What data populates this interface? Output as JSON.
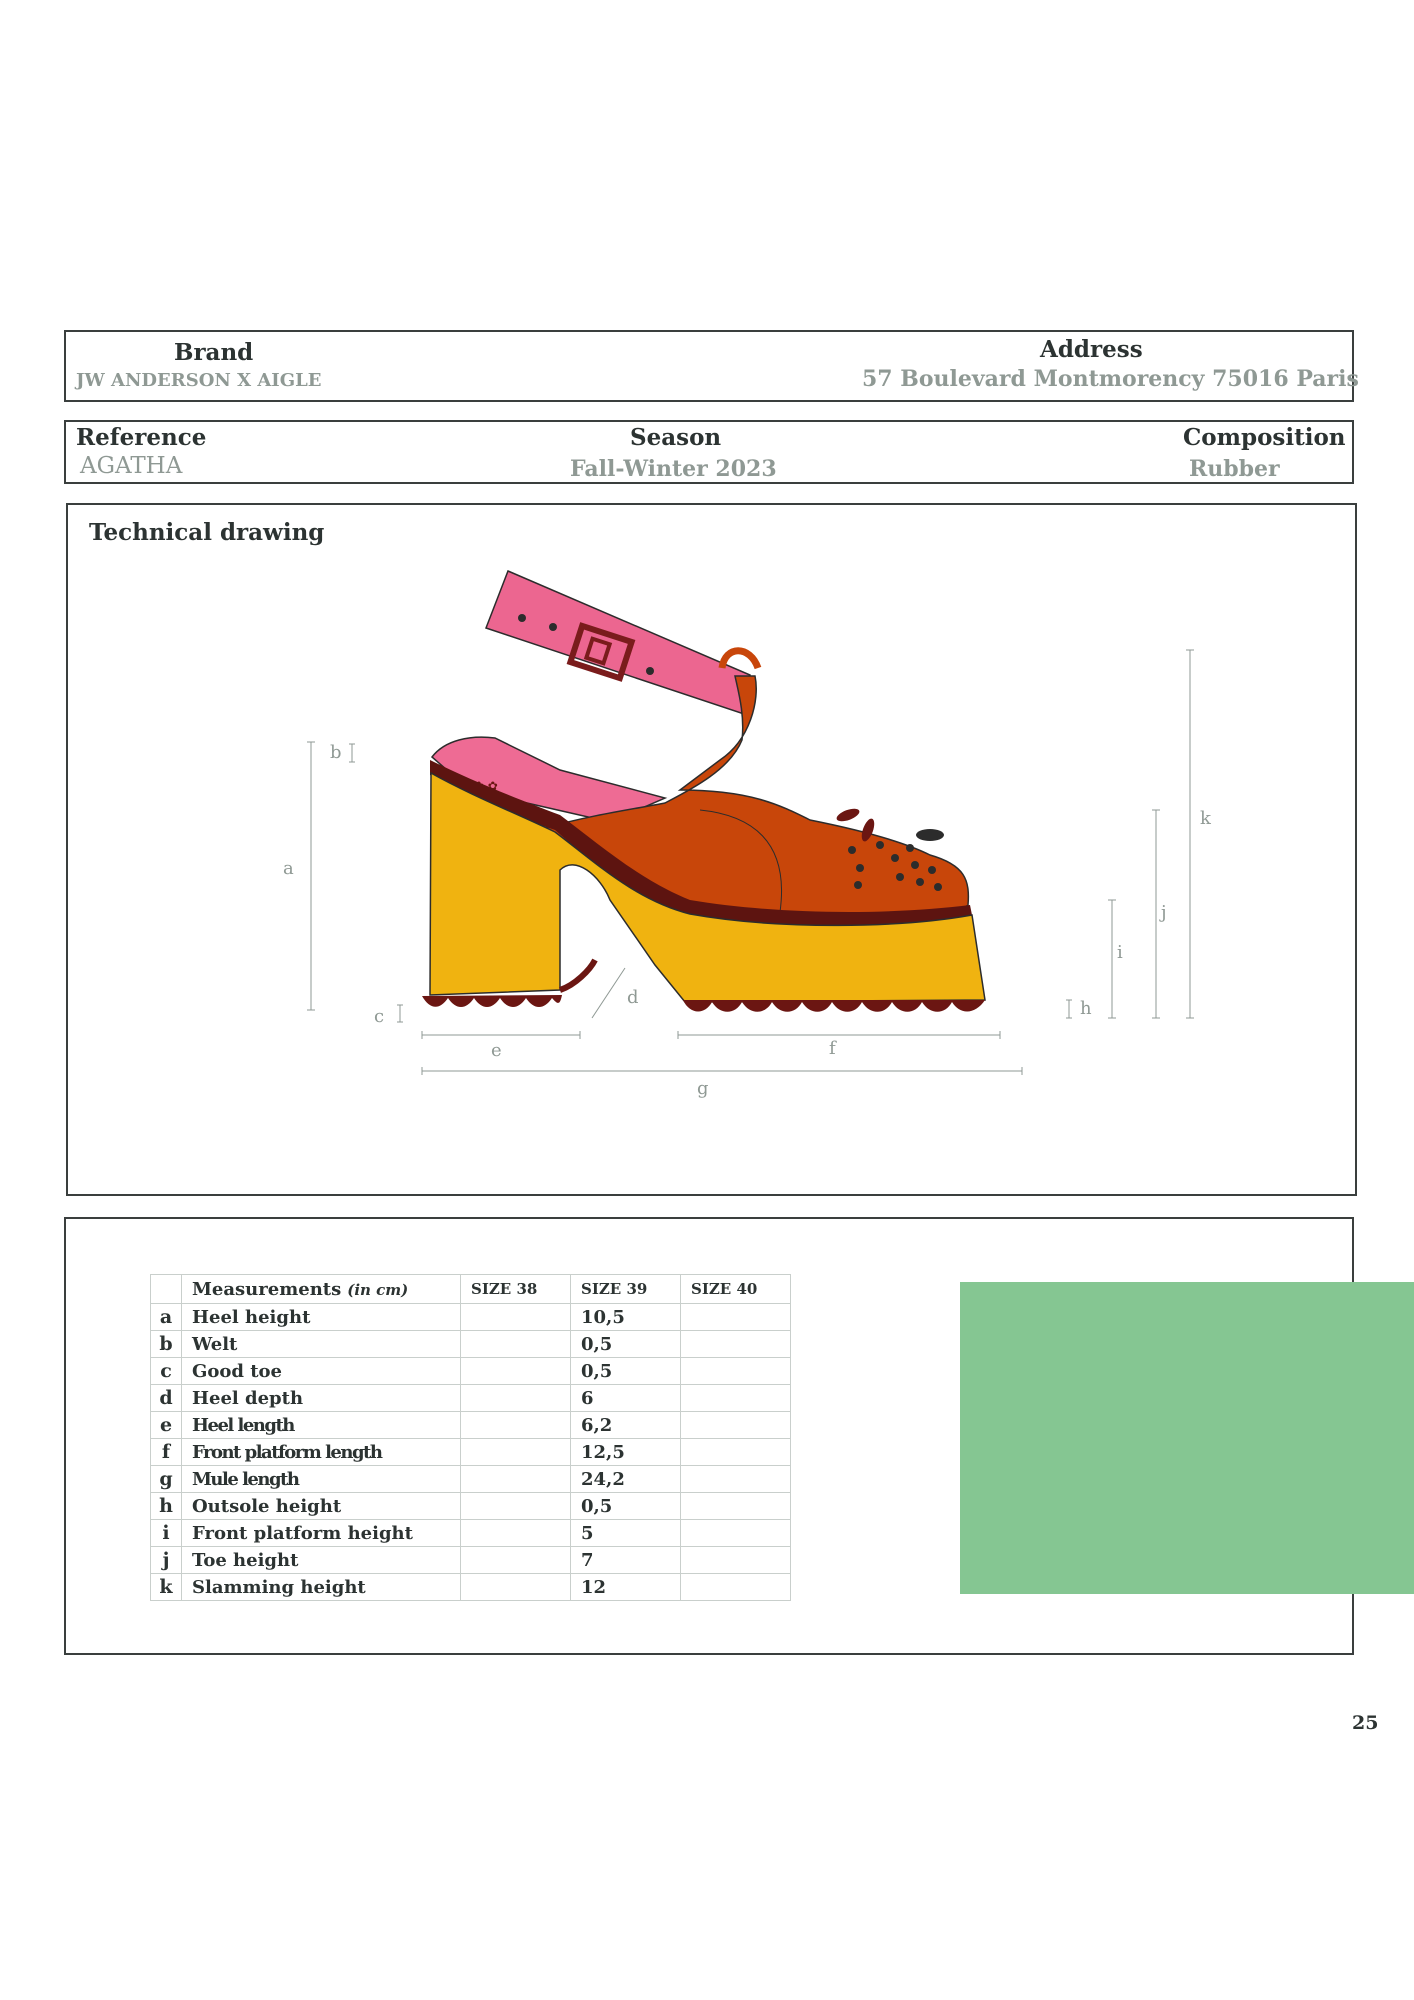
{
  "header": {
    "brand_label": "Brand",
    "brand_value": "JW ANDERSON X AIGLE",
    "address_label": "Address",
    "address_value": "57 Boulevard Montmorency 75016 Paris",
    "reference_label": "Reference",
    "reference_value": "AGATHA",
    "season_label": "Season",
    "season_value": "Fall-Winter 2023",
    "composition_label": "Composition",
    "composition_value": "Rubber"
  },
  "drawing": {
    "title": "Technical drawing",
    "dimension_letters": [
      "a",
      "b",
      "c",
      "d",
      "e",
      "f",
      "g",
      "h",
      "i",
      "j",
      "k"
    ],
    "colors": {
      "strap": "#ec6690",
      "buckle": "#7a1c1c",
      "upper": "#c8460a",
      "insole": "#ee6b94",
      "welt": "#5d1410",
      "sole": "#f0b310",
      "outsole": "#6b1612"
    }
  },
  "measurements": {
    "header_label": "Measurements",
    "unit": "(in cm)",
    "size_columns": [
      "SIZE 38",
      "SIZE 39",
      "SIZE 40"
    ],
    "rows": [
      {
        "key": "a",
        "label": "Heel height",
        "s38": "",
        "s39": "10,5",
        "s40": ""
      },
      {
        "key": "b",
        "label": "Welt",
        "s38": "",
        "s39": "0,5",
        "s40": ""
      },
      {
        "key": "c",
        "label": "Good toe",
        "s38": "",
        "s39": "0,5",
        "s40": ""
      },
      {
        "key": "d",
        "label": "Heel depth",
        "s38": "",
        "s39": "6",
        "s40": ""
      },
      {
        "key": "e",
        "label": "Heel length",
        "s38": "",
        "s39": "6,2",
        "s40": ""
      },
      {
        "key": "f",
        "label": "Front platform length",
        "s38": "",
        "s39": "12,5",
        "s40": ""
      },
      {
        "key": "g",
        "label": "Mule length",
        "s38": "",
        "s39": "24,2",
        "s40": ""
      },
      {
        "key": "h",
        "label": "Outsole height",
        "s38": "",
        "s39": "0,5",
        "s40": ""
      },
      {
        "key": "i",
        "label": "Front platform height",
        "s38": "",
        "s39": "5",
        "s40": ""
      },
      {
        "key": "j",
        "label": "Toe height",
        "s38": "",
        "s39": "7",
        "s40": ""
      },
      {
        "key": "k",
        "label": "Slamming height",
        "s38": "",
        "s39": "12",
        "s40": ""
      }
    ]
  },
  "page_number": "25"
}
